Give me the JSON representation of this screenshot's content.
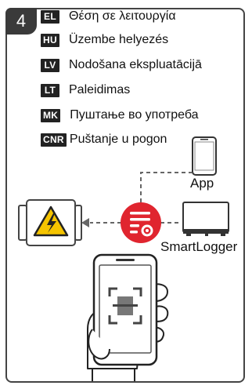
{
  "step": {
    "number": "4"
  },
  "languages": [
    {
      "code": "EL",
      "text": "Θέση σε λειτουργία"
    },
    {
      "code": "HU",
      "text": "Üzembe helyezés"
    },
    {
      "code": "LV",
      "text": "Nodošana ekspluatācijā"
    },
    {
      "code": "LT",
      "text": "Paleidimas"
    },
    {
      "code": "MK",
      "text": "Пуштање во употреба"
    },
    {
      "code": "CNR",
      "text": "Puštanje u pogon"
    }
  ],
  "diagram": {
    "app_label": "App",
    "smartlogger_label": "SmartLogger",
    "icons": {
      "inverter": "high-voltage-warning-icon",
      "center": "settings-list-icon",
      "phone": "smartphone-icon",
      "logger": "smartlogger-device-icon",
      "scan": "qr-scan-icon"
    },
    "colors": {
      "accent_red": "#e0252f",
      "warning_yellow": "#f5c400",
      "line_gray": "#666666"
    }
  }
}
